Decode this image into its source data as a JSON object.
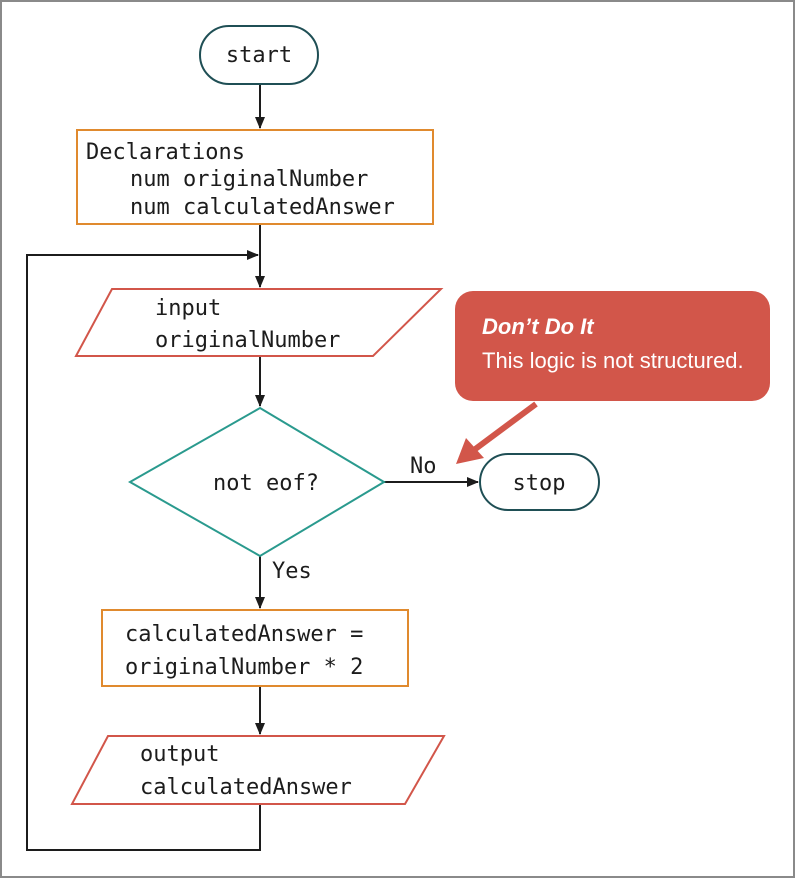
{
  "flowchart": {
    "start_label": "start",
    "declarations": {
      "title": "Declarations",
      "line1": "num originalNumber",
      "line2": "num calculatedAnswer"
    },
    "input": {
      "line1": "input",
      "line2": "originalNumber"
    },
    "decision": {
      "label": "not eof?",
      "no_label": "No",
      "yes_label": "Yes"
    },
    "stop_label": "stop",
    "process": {
      "line1": "calculatedAnswer =",
      "line2": "originalNumber * 2"
    },
    "output": {
      "line1": "output",
      "line2": "calculatedAnswer"
    }
  },
  "callout": {
    "title": "Don’t Do It",
    "text": "This logic is not structured."
  },
  "colors": {
    "terminal_stroke": "#1f4f55",
    "process_stroke": "#e08a2e",
    "io_stroke": "#d2564a",
    "decision_stroke": "#2a9a8e",
    "callout_fill": "#d2564a",
    "frame_stroke": "#8a8a8a"
  }
}
